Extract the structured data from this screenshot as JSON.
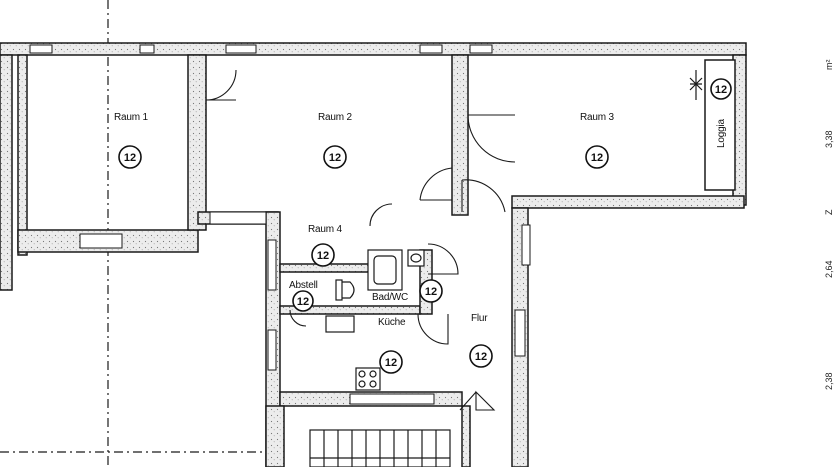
{
  "rooms": [
    {
      "name": "Raum 1",
      "number": "12"
    },
    {
      "name": "Raum 2",
      "number": "12"
    },
    {
      "name": "Raum 3",
      "number": "12"
    },
    {
      "name": "Raum 4",
      "number": "12"
    },
    {
      "name": "Abstell",
      "number": "12"
    },
    {
      "name": "Bad/WC",
      "number": "12"
    },
    {
      "name": "Küche",
      "number": "12"
    },
    {
      "name": "Flur",
      "number": "12"
    },
    {
      "name": "Loggia",
      "number": "12"
    }
  ],
  "side_margin": [
    "m²",
    "3,38",
    "Z",
    "2,64",
    "2,38"
  ]
}
